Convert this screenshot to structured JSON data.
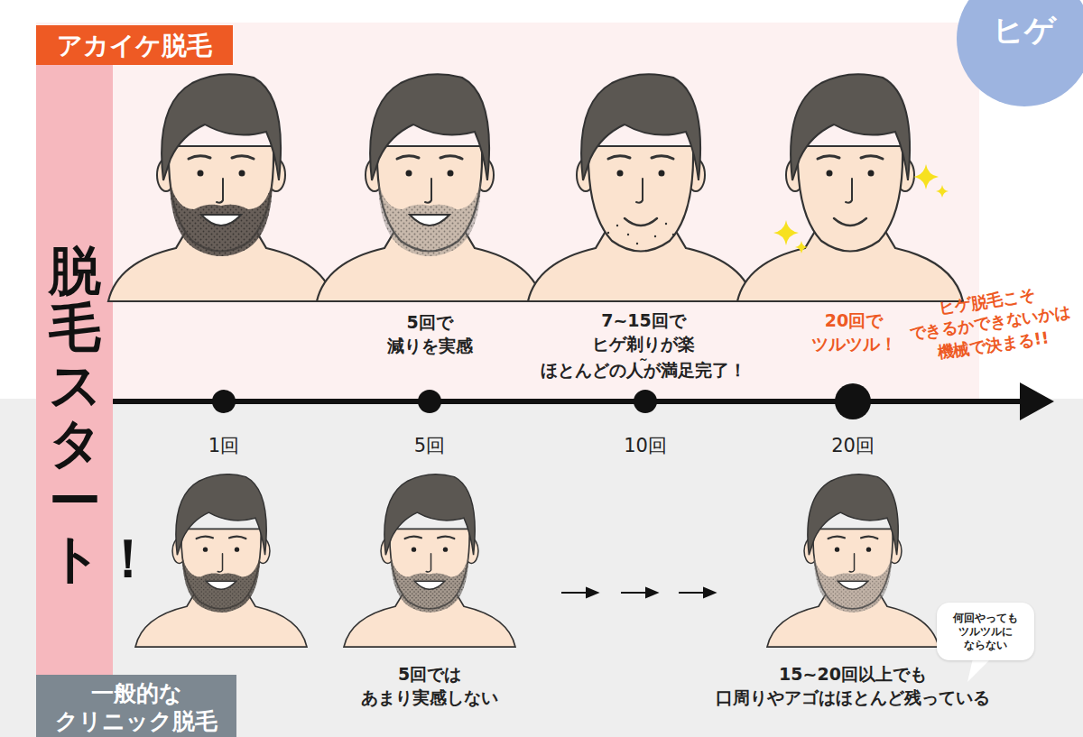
{
  "diagram": {
    "nodes": [
      {
        "text": [
          "アカイケ脱毛"
        ]
      },
      {
        "text": [
          "ヒゲ"
        ]
      },
      {
        "text": [
          "脱毛スタート！"
        ]
      },
      {
        "text": [
          "一般的な クリニック脱毛"
        ]
      },
      {
        "text": [
          "何回やっても ツルツルに ならない"
        ]
      }
    ],
    "labels": [
      "5回で 減りを実感",
      "7~15回で ヒゲ剃りが楽",
      "～",
      "ほとんどの人が満足完了！",
      "20回で ツルツル！",
      "ヒゲ脱毛こそ できるかできないかは 機械で決まる!!",
      "1回",
      "5回",
      "10回",
      "20回",
      "5回では あまり実感しない",
      "15~20回以上でも 口周りやアゴはほとんど残っている"
    ]
  }
}
